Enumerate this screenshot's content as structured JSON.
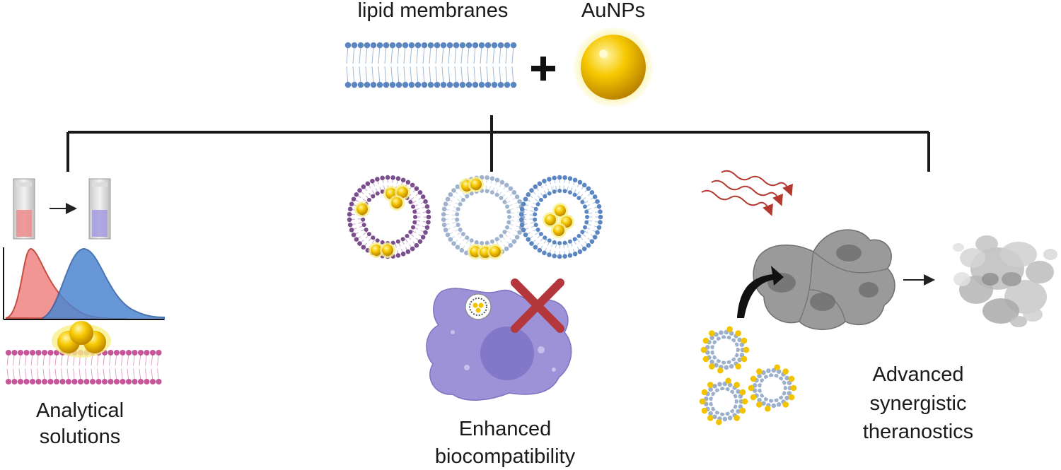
{
  "header": {
    "membrane_label": "lipid membranes",
    "nanoparticle_label": "AuNPs",
    "plus_symbol": "+"
  },
  "branches": [
    {
      "id": "analytical",
      "lines": [
        "Analytical",
        "solutions"
      ]
    },
    {
      "id": "biocompat",
      "lines": [
        "Enhanced",
        "biocompatibility"
      ]
    },
    {
      "id": "theranostics",
      "lines": [
        "Advanced",
        "synergistic",
        "theranostics"
      ]
    }
  ],
  "colors": {
    "lipid_blue": "#5b86c2",
    "lipid_purple": "#7b4f8d",
    "lipid_pink": "#c7559a",
    "lipid_light": "#9fb3cf",
    "gold": "#f3c300",
    "gold_glow": "#f8ef8a",
    "spectrum_red": "#f08a8a",
    "spectrum_blue": "#4d86cf",
    "cell_purple": "#9a8fd4",
    "cell_gray": "#8c8c8c",
    "cross_red": "#b4383b",
    "arrow_red": "#b43a30"
  }
}
